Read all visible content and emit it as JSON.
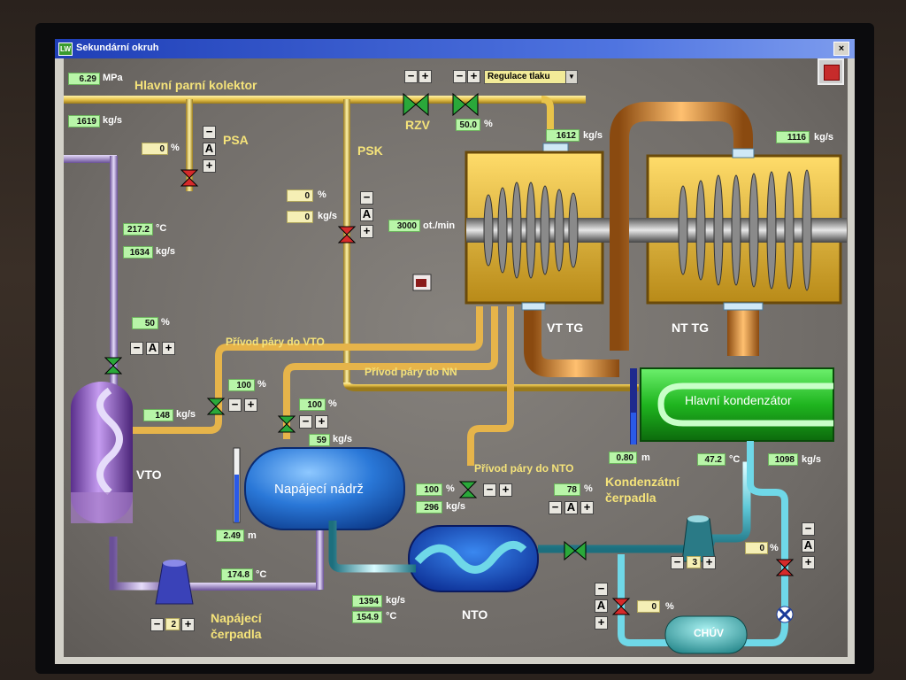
{
  "window": {
    "title": "Sekundární okruh",
    "app_icon": "LW"
  },
  "header": {
    "main_collector": "Hlavní parní kolektor",
    "pressure": "6.29",
    "pressure_unit": "MPa",
    "collector_flow": "1619",
    "flow_unit": "kg/s"
  },
  "psa": {
    "label": "PSA",
    "opening": "0",
    "unit": "%",
    "minus": "−",
    "auto": "A",
    "plus": "+"
  },
  "psk": {
    "label": "PSK",
    "opening": "0",
    "flow": "0",
    "pct_unit": "%",
    "flow_unit": "kg/s",
    "minus": "−",
    "auto": "A",
    "plus": "+"
  },
  "rzv": {
    "label": "RZV",
    "opening": "50.0",
    "unit": "%",
    "minus": "−",
    "plus": "+"
  },
  "regulation": {
    "minus": "−",
    "plus": "+",
    "selected": "Regulace tlaku"
  },
  "turbine": {
    "inlet_flow": "1612",
    "inlet_unit": "kg/s",
    "speed": "3000",
    "speed_unit": "ot./min",
    "lp_flow": "1116",
    "lp_unit": "kg/s",
    "hp_label": "VT TG",
    "lp_label": "NT TG"
  },
  "vto_line": {
    "temp": "217.2",
    "temp_unit": "°C",
    "flow": "1634",
    "flow_unit": "kg/s",
    "valve_opening": "50",
    "valve_unit": "%",
    "minus": "−",
    "auto": "A",
    "plus": "+"
  },
  "vto": {
    "label": "VTO",
    "steam_flow": "148",
    "steam_unit": "kg/s"
  },
  "pipes": {
    "vto_steam": "Přívod páry do VTO",
    "nn_steam": "Přívod páry do NN",
    "nto_steam": "Přívod páry do NTO"
  },
  "vto_supply": {
    "opening": "100",
    "unit": "%",
    "minus": "−",
    "plus": "+"
  },
  "nn_supply": {
    "opening": "100",
    "unit": "%",
    "flow": "59",
    "flow_unit": "kg/s",
    "minus": "−",
    "plus": "+"
  },
  "feed_tank": {
    "label": "Napájecí nádrž",
    "level": "2.49",
    "level_unit": "m"
  },
  "feed_pumps": {
    "label_line1": "Napájecí",
    "label_line2": "čerpadla",
    "count": "2",
    "temp": "174.8",
    "temp_unit": "°C",
    "minus": "−",
    "plus": "+"
  },
  "nto": {
    "label": "NTO",
    "supply_opening": "100",
    "supply_unit": "%",
    "supply_flow": "296",
    "supply_flow_unit": "kg/s",
    "flow": "1394",
    "flow_unit": "kg/s",
    "temp": "154.9",
    "temp_unit": "°C",
    "minus": "−",
    "plus": "+"
  },
  "condenser": {
    "label": "Hlavní kondenzátor",
    "level": "0.80",
    "level_unit": "m",
    "temp": "47.2",
    "temp_unit": "°C",
    "flow": "1098",
    "flow_unit": "kg/s"
  },
  "condensate_pumps": {
    "label_line1": "Kondenzátní",
    "label_line2": "čerpadla",
    "valve_opening": "78",
    "valve_unit": "%",
    "count": "3",
    "minus": "−",
    "auto": "A",
    "plus": "+"
  },
  "chuv": {
    "label": "CHÚV",
    "left_valve": "0",
    "left_unit": "%",
    "right_valve": "0",
    "right_unit": "%",
    "minus": "−",
    "auto": "A",
    "plus": "+"
  },
  "colors": {
    "steam": "#e8c34a",
    "hot_water": "#c0a0e8",
    "cold_water": "#6fd8e8",
    "copper": "#e09a3a",
    "value_bg": "#b8f5a8",
    "label": "#f5e37a"
  }
}
